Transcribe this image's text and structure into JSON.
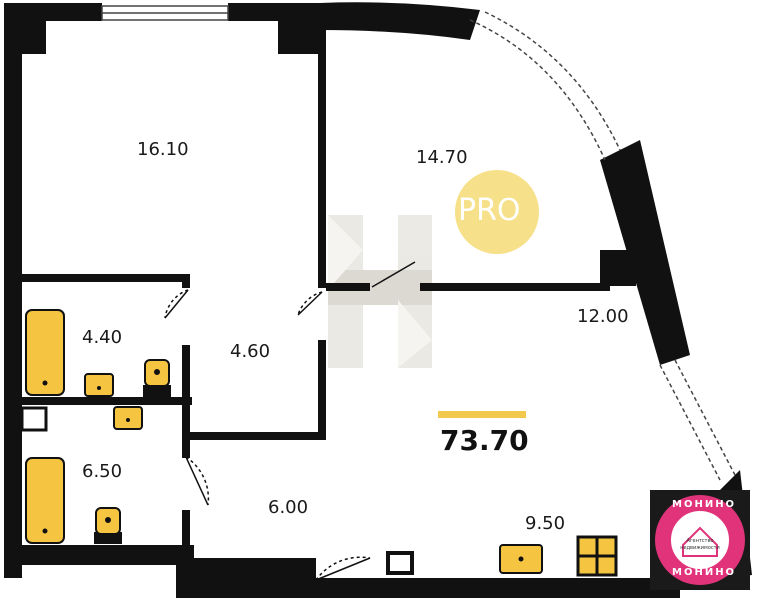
{
  "rooms": {
    "room_1": "16.10",
    "room_2": "14.70",
    "bathroom_1": "4.40",
    "corridor": "4.60",
    "room_3": "12.00",
    "bathroom_2": "6.50",
    "hall": "6.00",
    "kitchen": "9.50"
  },
  "total_area": "73.70",
  "badge": "PRO",
  "stamp": {
    "top": "МОНИНО",
    "bottom": "МОНИНО",
    "small_line_1": "Агентство",
    "small_line_2": "недвижимости"
  },
  "colors": {
    "wall": "#111111",
    "fixture": "#f5c542",
    "badge": "#f6e08a",
    "accent_bar": "#f2c94c",
    "stamp": "#e0337a"
  }
}
